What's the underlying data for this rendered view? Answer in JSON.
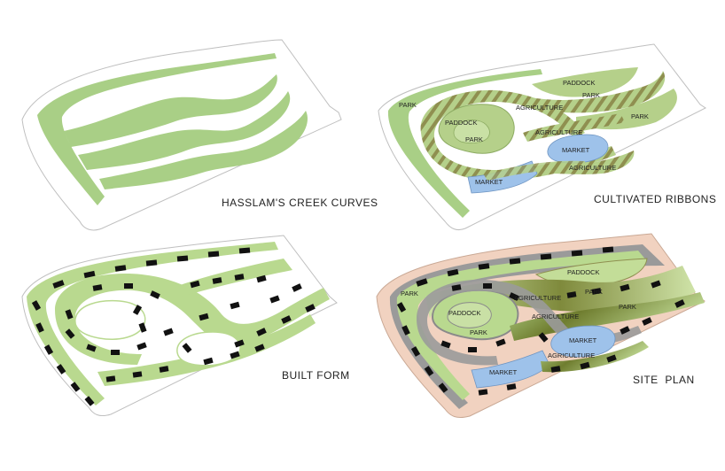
{
  "panels": [
    {
      "id": "curves",
      "caption": "HASSLAM'S CREEK CURVES"
    },
    {
      "id": "ribbons",
      "caption": "CULTIVATED RIBBONS",
      "labels": {
        "paddock_top": "PADDOCK",
        "park_top": "PARK",
        "park_left": "PARK",
        "paddock_center": "PADDOCK",
        "agriculture_1": "AGRICULTURE",
        "park_right": "PARK",
        "park_center": "PARK",
        "agriculture_2": "AGRICULTURE",
        "market_right": "MARKET",
        "agriculture_3": "AGRICULTURE",
        "market_left": "MARKET"
      }
    },
    {
      "id": "built",
      "caption": "BUILT FORM"
    },
    {
      "id": "siteplan",
      "caption": "SITE  PLAN",
      "labels": {
        "paddock_top": "PADDOCK",
        "park_left": "PARK",
        "agriculture_1": "AGRICULTURE",
        "park_top": "PARK",
        "park_right": "PARK",
        "paddock_center": "PADDOCK",
        "agriculture_2": "AGRICULTURE",
        "park_center": "PARK",
        "market_right": "MARKET",
        "agriculture_3": "AGRICULTURE",
        "market_left": "MARKET"
      }
    }
  ],
  "colors": {
    "green_pale": "#cfe3b0",
    "green": "#b9d98f",
    "green_dark": "#8cab62",
    "olive": "#8f8f50",
    "market_blue": "#9ec2ea",
    "peach": "#f1d2c0",
    "grey_path": "#9a9a9a",
    "building": "#111111"
  }
}
